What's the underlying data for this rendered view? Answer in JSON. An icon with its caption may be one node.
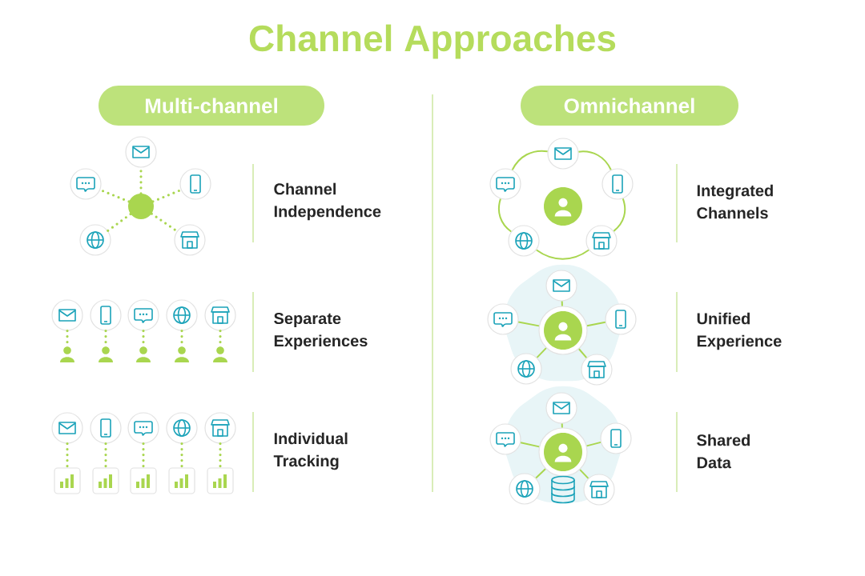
{
  "diagram": {
    "title": "Channel Approaches",
    "nodes": [
      {
        "text": [
          "Multi-channel"
        ]
      },
      {
        "text": [
          "Omnichannel"
        ]
      },
      {
        "text": [],
        "shape": "circle"
      },
      {
        "text": [],
        "shape": "circle"
      },
      {
        "text": [],
        "shape": "circle"
      },
      {
        "text": [],
        "shape": "circle"
      },
      {
        "text": [],
        "shape": "circle"
      },
      {
        "text": [],
        "shape": "circle"
      },
      {
        "text": [],
        "shape": "circle"
      },
      {
        "text": [],
        "shape": "circle"
      },
      {
        "text": [],
        "shape": "circle"
      },
      {
        "text": [],
        "shape": "circle"
      },
      {
        "text": [],
        "shape": "circle"
      },
      {
        "text": [],
        "shape": "person"
      },
      {
        "text": [],
        "shape": "person"
      },
      {
        "text": [],
        "shape": "person"
      },
      {
        "text": [],
        "shape": "person"
      },
      {
        "text": [],
        "shape": "person"
      },
      {
        "text": [],
        "shape": "circle"
      },
      {
        "text": [],
        "shape": "circle"
      },
      {
        "text": [],
        "shape": "circle"
      },
      {
        "text": [],
        "shape": "circle"
      },
      {
        "text": [],
        "shape": "circle"
      },
      {
        "text": [],
        "shape": "box"
      },
      {
        "text": [],
        "shape": "box"
      },
      {
        "text": [],
        "shape": "box"
      },
      {
        "text": [],
        "shape": "box"
      },
      {
        "text": [],
        "shape": "box"
      },
      {
        "text": [],
        "shape": "circle"
      },
      {
        "text": [],
        "shape": "circle"
      },
      {
        "text": [],
        "shape": "circle"
      },
      {
        "text": [],
        "shape": "circle"
      },
      {
        "text": [],
        "shape": "circle"
      },
      {
        "text": [],
        "shape": "circle"
      },
      {
        "text": [],
        "shape": "circle"
      },
      {
        "text": [],
        "shape": "circle"
      },
      {
        "text": [],
        "shape": "circle"
      },
      {
        "text": [],
        "shape": "circle"
      },
      {
        "text": [],
        "shape": "circle"
      },
      {
        "text": [],
        "shape": "circle"
      },
      {
        "text": [],
        "shape": "circle"
      },
      {
        "text": [],
        "shape": "circle"
      },
      {
        "text": [],
        "shape": "circle"
      },
      {
        "text": [],
        "shape": "circle"
      },
      {
        "text": [],
        "shape": "circle"
      },
      {
        "text": [],
        "shape": "circle"
      }
    ],
    "edges": [
      {
        "from": 2,
        "to": 3,
        "arrow": "none",
        "style": "dashed"
      },
      {
        "from": 2,
        "to": 4,
        "arrow": "none",
        "style": "dashed"
      },
      {
        "from": 2,
        "to": 5,
        "arrow": "none",
        "style": "dashed"
      },
      {
        "from": 2,
        "to": 6,
        "arrow": "none",
        "style": "dashed"
      },
      {
        "from": 2,
        "to": 7,
        "arrow": "none",
        "style": "dashed"
      },
      {
        "from": 8,
        "to": 13,
        "arrow": "none",
        "style": "dashed"
      },
      {
        "from": 9,
        "to": 14,
        "arrow": "none",
        "style": "dashed"
      },
      {
        "from": 10,
        "to": 15,
        "arrow": "none",
        "style": "dashed"
      },
      {
        "from": 11,
        "to": 16,
        "arrow": "none",
        "style": "dashed"
      },
      {
        "from": 12,
        "to": 17,
        "arrow": "none",
        "style": "dashed"
      },
      {
        "from": 18,
        "to": 23,
        "arrow": "none",
        "style": "dashed"
      },
      {
        "from": 19,
        "to": 24,
        "arrow": "none",
        "style": "dashed"
      },
      {
        "from": 20,
        "to": 25,
        "arrow": "none",
        "style": "dashed"
      },
      {
        "from": 21,
        "to": 26,
        "arrow": "none",
        "style": "dashed"
      },
      {
        "from": 22,
        "to": 27,
        "arrow": "none",
        "style": "dashed"
      },
      {
        "from": 29,
        "to": 31,
        "arrow": "none"
      },
      {
        "from": 31,
        "to": 33,
        "arrow": "none"
      },
      {
        "from": 33,
        "to": 32,
        "arrow": "none"
      },
      {
        "from": 32,
        "to": 30,
        "arrow": "none"
      },
      {
        "from": 30,
        "to": 29,
        "arrow": "none"
      },
      {
        "from": 34,
        "to": 35,
        "arrow": "none"
      },
      {
        "from": 34,
        "to": 36,
        "arrow": "none"
      },
      {
        "from": 34,
        "to": 37,
        "arrow": "none"
      },
      {
        "from": 34,
        "to": 38,
        "arrow": "none"
      },
      {
        "from": 34,
        "to": 39,
        "arrow": "none"
      },
      {
        "from": 40,
        "to": 41,
        "arrow": "none"
      },
      {
        "from": 40,
        "to": 42,
        "arrow": "none"
      },
      {
        "from": 40,
        "to": 43,
        "arrow": "none"
      },
      {
        "from": 40,
        "to": 44,
        "arrow": "none"
      },
      {
        "from": 40,
        "to": 45,
        "arrow": "none"
      }
    ],
    "labels": [
      "Channel Independence",
      "Integrated Channels",
      "Separate Experiences",
      "Unified Experience",
      "Individual Tracking",
      "Shared Data"
    ]
  }
}
